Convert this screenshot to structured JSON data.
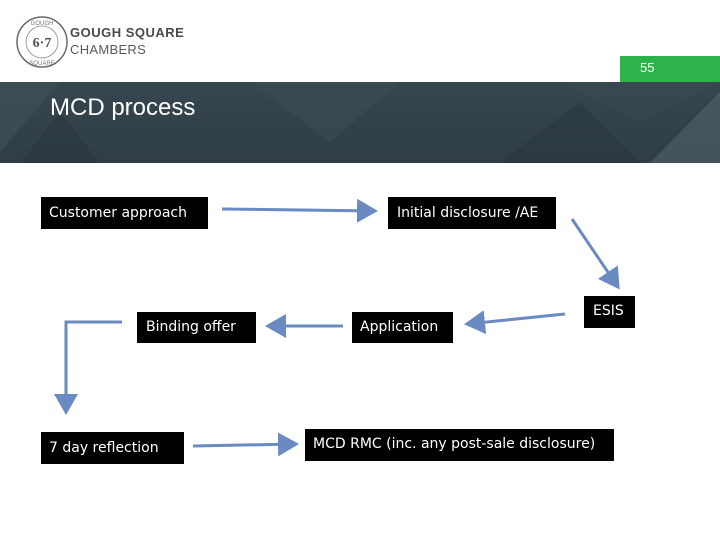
{
  "logo": {
    "seal_text": "GOUGH 6-7 SQUARE",
    "line1": "GOUGH SQUARE",
    "line2": "CHAMBERS"
  },
  "slide": {
    "number": "55",
    "title": "MCD process"
  },
  "diagram": {
    "nodes": [
      {
        "id": "customer-approach",
        "label": "Customer approach"
      },
      {
        "id": "initial-disclosure",
        "label": "Initial disclosure /AE"
      },
      {
        "id": "esis",
        "label": "ESIS"
      },
      {
        "id": "application",
        "label": "Application"
      },
      {
        "id": "binding-offer",
        "label": "Binding offer"
      },
      {
        "id": "seven-day-reflection",
        "label": "7 day reflection"
      },
      {
        "id": "mcd-rmc",
        "label": "MCD RMC (inc. any post-sale disclosure)"
      }
    ],
    "edges": [
      {
        "from": "customer-approach",
        "to": "initial-disclosure"
      },
      {
        "from": "initial-disclosure",
        "to": "esis"
      },
      {
        "from": "esis",
        "to": "application"
      },
      {
        "from": "application",
        "to": "binding-offer"
      },
      {
        "from": "binding-offer",
        "to": "seven-day-reflection"
      },
      {
        "from": "seven-day-reflection",
        "to": "mcd-rmc"
      }
    ],
    "colors": {
      "box": "#000000",
      "text": "#ffffff",
      "arrow": "#6a8bc2",
      "accent": "#2db34a",
      "banner": "#37474f"
    }
  }
}
